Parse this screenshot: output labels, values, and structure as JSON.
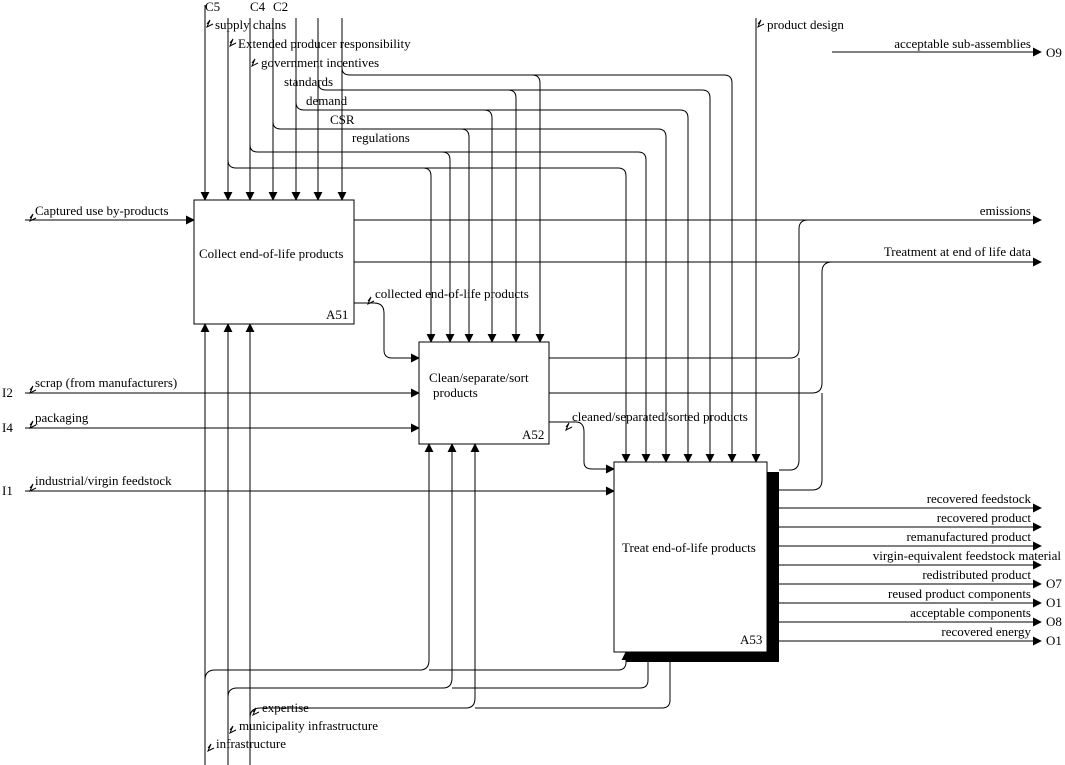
{
  "diagram": {
    "type": "IDEF0",
    "activities": [
      {
        "id": "A51",
        "label_lines": [
          "Collect end-of-life products"
        ]
      },
      {
        "id": "A52",
        "label_lines": [
          "Clean/separate/sort",
          "products"
        ]
      },
      {
        "id": "A53",
        "label_lines": [
          "Treat end-of-life products"
        ]
      }
    ],
    "control_codes": [
      "C5",
      "C4",
      "C2"
    ],
    "controls": [
      "supply chains",
      "Extended producer responsibility",
      "government incentives",
      "standards",
      "demand",
      "CSR",
      "regulations",
      "product design"
    ],
    "inputs": [
      {
        "code": "",
        "label": "Captured use by-products"
      },
      {
        "code": "I2",
        "label": "scrap (from manufacturers)"
      },
      {
        "code": "I4",
        "label": "packaging"
      },
      {
        "code": "I1",
        "label": "industrial/virgin feedstock"
      }
    ],
    "intermediate_flows": [
      "collected end-of-life products",
      "cleaned/separated/sorted products"
    ],
    "top_outputs": [
      {
        "code": "O9",
        "label": "acceptable sub-assemblies"
      },
      {
        "code": "",
        "label": "emissions"
      },
      {
        "code": "",
        "label": "Treatment at end of life data"
      }
    ],
    "a53_outputs": [
      {
        "code": "",
        "label": "recovered feedstock"
      },
      {
        "code": "",
        "label": "recovered product"
      },
      {
        "code": "",
        "label": "remanufactured product"
      },
      {
        "code": "",
        "label": "virgin-equivalent feedstock material"
      },
      {
        "code": "O7",
        "label": "redistributed product"
      },
      {
        "code": "O1",
        "label": "reused product components"
      },
      {
        "code": "O8",
        "label": "acceptable components"
      },
      {
        "code": "O1",
        "label": "recovered energy"
      }
    ],
    "mechanisms": [
      "expertise",
      "municipality infrastructure",
      "infrastructure"
    ]
  }
}
